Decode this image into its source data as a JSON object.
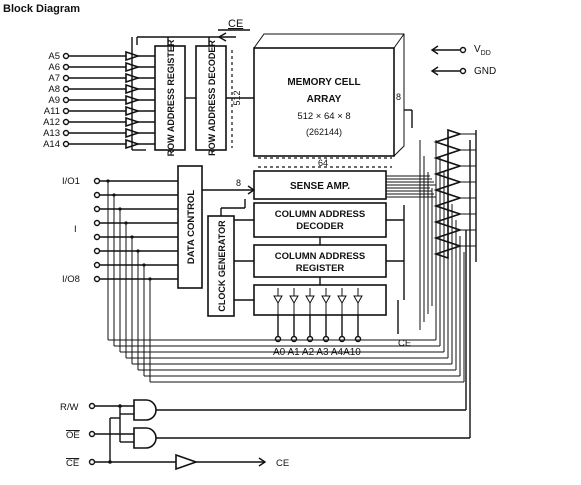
{
  "title": "Block Diagram",
  "top_control": "CE",
  "power": {
    "vdd": "V",
    "vdd_sub": "DD",
    "gnd": "GND"
  },
  "row_address_pins": [
    "A5",
    "A6",
    "A7",
    "A8",
    "A9",
    "A11",
    "A12",
    "A13",
    "A14"
  ],
  "blocks": {
    "row_address_register": "ROW ADDRESS REGISTER",
    "row_address_decoder": "ROW ADDRESS DECODER",
    "memory_cell_array": [
      "MEMORY CELL",
      "ARRAY",
      "512 × 64 × 8",
      "(262144)"
    ],
    "sense_amp": "SENSE AMP.",
    "column_address_decoder": [
      "COLUMN ADDRESS",
      "DECODER"
    ],
    "column_address_register": [
      "COLUMN ADDRESS",
      "REGISTER"
    ],
    "data_control": "DATA CONTROL",
    "clock_generator": "CLOCK GENERATOR"
  },
  "bus_labels": {
    "decoder_to_array": "512",
    "array_to_sense": "64",
    "array_side": "8",
    "sense_bus": "8"
  },
  "io_pins": {
    "first": "I/O1",
    "middle": "I",
    "last": "I/O8"
  },
  "column_address_pins": "A0 A1 A2 A3 A4A10",
  "column_ce": "CE",
  "control_pins": {
    "rw": "R/W",
    "oe": "OE",
    "ce": "CE"
  },
  "ce_output": "CE"
}
